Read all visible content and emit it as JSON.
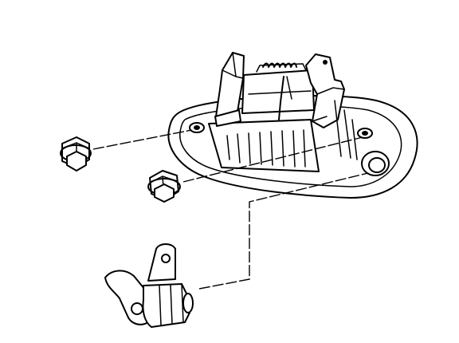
{
  "diagram": {
    "type": "exploded-parts-illustration",
    "background": "#ffffff",
    "line_color": "#000000",
    "parts": [
      {
        "id": "handle",
        "icon": "outside-door-handle-assembly"
      },
      {
        "id": "nut-upper",
        "icon": "hex-flange-nut"
      },
      {
        "id": "nut-lower",
        "icon": "hex-flange-nut"
      },
      {
        "id": "lock-cylinder",
        "icon": "lock-cylinder-with-lever"
      }
    ],
    "connections": [
      {
        "from": "nut-upper",
        "to": "handle-left-stud"
      },
      {
        "from": "nut-lower",
        "to": "handle-right-stud"
      },
      {
        "from": "lock-cylinder",
        "to": "handle-lock-bore"
      }
    ]
  }
}
